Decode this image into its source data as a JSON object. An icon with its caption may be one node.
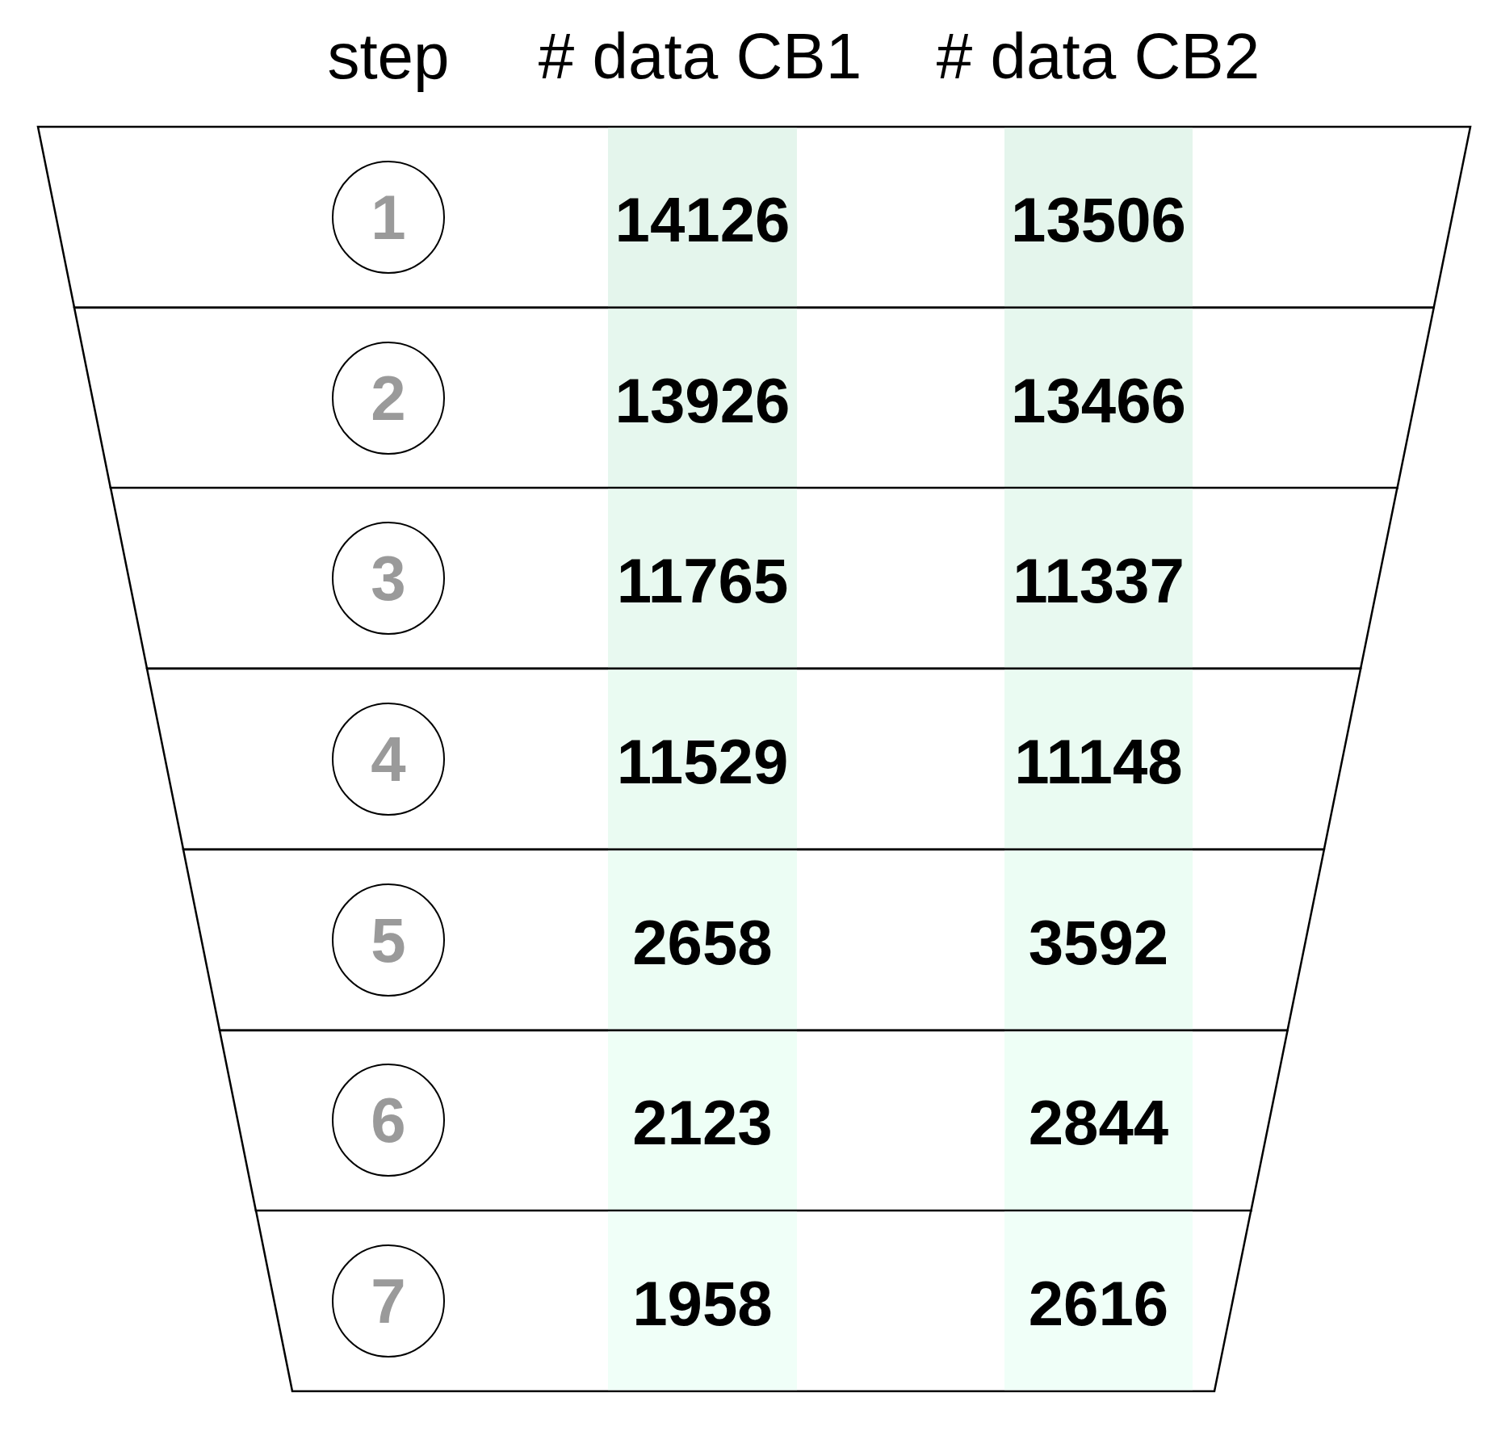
{
  "diagram": {
    "nodes": [
      {
        "text": [
          "14126",
          "13506"
        ]
      },
      {
        "text": [
          "1"
        ],
        "in": 0
      },
      {
        "text": [
          "13926",
          "13466"
        ]
      },
      {
        "text": [
          "2"
        ],
        "in": 2
      },
      {
        "text": [
          "11765",
          "11337"
        ]
      },
      {
        "text": [
          "3"
        ],
        "in": 4
      },
      {
        "text": [
          "11529",
          "11148"
        ]
      },
      {
        "text": [
          "4"
        ],
        "in": 6
      },
      {
        "text": [
          "2658",
          "3592"
        ]
      },
      {
        "text": [
          "5"
        ],
        "in": 8
      },
      {
        "text": [
          "2123",
          "2844"
        ]
      },
      {
        "text": [
          "6"
        ],
        "in": 10
      },
      {
        "text": [
          "1958",
          "2616"
        ]
      },
      {
        "text": [
          "7"
        ],
        "in": 12
      }
    ],
    "labels": [
      "step",
      "# data CB1",
      "# data CB2"
    ]
  }
}
